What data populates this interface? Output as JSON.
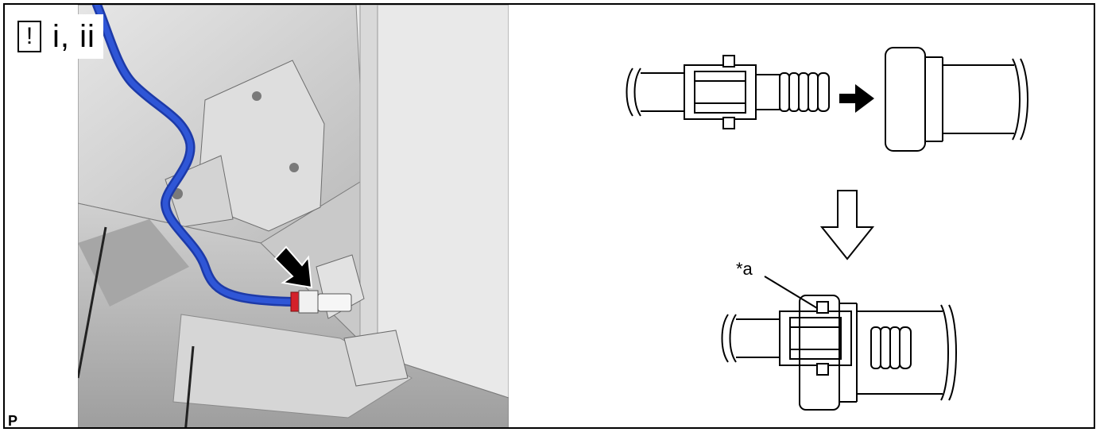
{
  "header": {
    "warning_symbol": "!",
    "step_ref": "i, ii"
  },
  "footer": {
    "code": "P"
  },
  "diagram": {
    "callout_label": "*a"
  },
  "colors": {
    "hose": "#2f56d6",
    "clip": "#d4212a",
    "line": "#000000"
  },
  "icons": [
    "warning-icon",
    "push-arrow-icon",
    "next-step-arrow-icon",
    "pointer-arrow-icon"
  ]
}
